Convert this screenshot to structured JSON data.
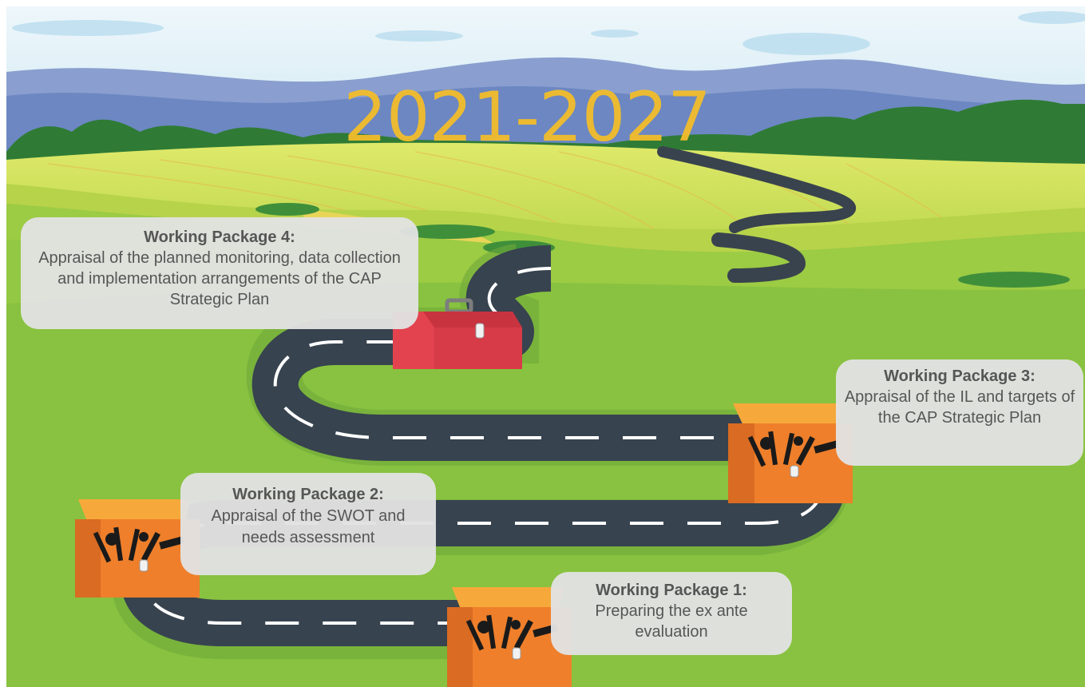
{
  "year_range": "2021-2027",
  "packages": [
    {
      "title": "Working Package 1:",
      "description": "Preparing the ex ante evaluation"
    },
    {
      "title": "Working Package 2:",
      "description": "Appraisal of the SWOT and needs assessment"
    },
    {
      "title": "Working Package 3:",
      "description": "Appraisal of the IL and targets of the CAP Strategic Plan"
    },
    {
      "title": "Working Package 4:",
      "description": "Appraisal of the planned monitoring, data collection and implementation arrangements of the CAP Strategic Plan"
    }
  ],
  "colors": {
    "year": "#f2bd2b",
    "toolbox": "#ef7f2b",
    "final_toolbox": "#e2434f",
    "road": "#37434f",
    "grass": "#88c240",
    "sky": "#dff0f8"
  }
}
